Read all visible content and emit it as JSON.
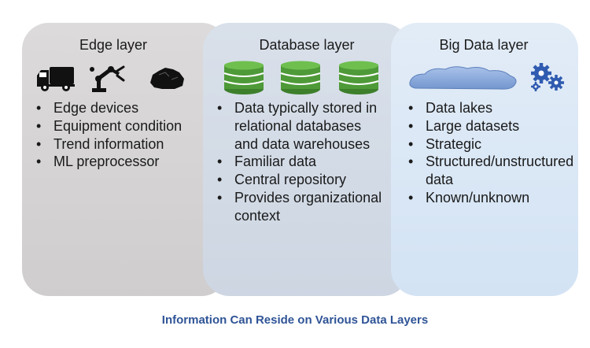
{
  "edge": {
    "title": "Edge layer",
    "icons": [
      "truck-icon",
      "robot-arm-icon",
      "ore-rock-icon"
    ],
    "bullets": [
      "Edge devices",
      "Equipment condition",
      "Trend information",
      "ML preprocessor"
    ]
  },
  "database": {
    "title": "Database layer",
    "icons": [
      "database-icon",
      "database-icon",
      "database-icon"
    ],
    "bullets": [
      "Data typically stored in relational databases and data warehouses",
      "Familiar data",
      "Central repository",
      "Provides organizational context"
    ]
  },
  "big_data": {
    "title": "Big Data layer",
    "icons": [
      "cloud-icon",
      "gears-icon"
    ],
    "bullets": [
      "Data lakes",
      "Large datasets",
      "Strategic",
      "Structured/unstructured data",
      "Known/unknown"
    ]
  },
  "caption": "Information Can Reside on Various Data Layers",
  "colors": {
    "edge_panel": "#d4d2d2",
    "database_panel": "#d2dae5",
    "big_data_panel": "#d9e7f5",
    "database_green": "#4e9a38",
    "cloud_blue": "#8aa8d8",
    "gear_blue": "#2f5bb0",
    "caption_blue": "#2f5496"
  }
}
